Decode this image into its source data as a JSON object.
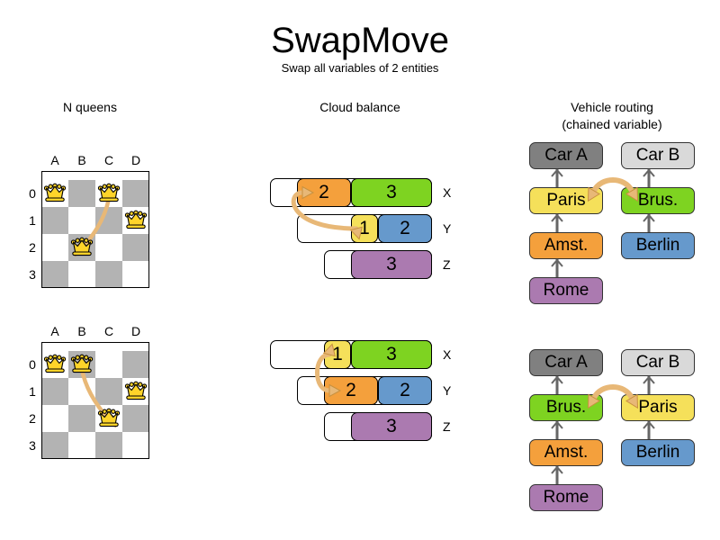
{
  "header": {
    "title": "SwapMove",
    "subtitle": "Swap all variables of 2 entities"
  },
  "sections": {
    "nqueens": {
      "heading": "N queens"
    },
    "cloud": {
      "heading": "Cloud balance"
    },
    "vrp": {
      "heading": "Vehicle routing\n(chained variable)",
      "heading_line1": "Vehicle routing",
      "heading_line2": "(chained variable)"
    }
  },
  "colors": {
    "orange": "#f4a03c",
    "green": "#7ed321",
    "yellow": "#f5e05a",
    "blue": "#6699cc",
    "purple": "#ab7ab0",
    "gray_dark": "#808080",
    "gray_light": "#d9d9d9",
    "board_dark": "#b3b3b3",
    "board_light": "#ffffff",
    "arrow": "#e8b877",
    "arrow_stroke": "#c8913f",
    "link": "#666666",
    "queen_body": "#ffd42a",
    "queen_stroke": "#000000"
  },
  "chessboards": [
    {
      "name": "before",
      "col_labels": [
        "A",
        "B",
        "C",
        "D"
      ],
      "row_labels": [
        "0",
        "1",
        "2",
        "3"
      ],
      "queens": [
        {
          "col": 0,
          "row": 0,
          "cell": "A0"
        },
        {
          "col": 2,
          "row": 0,
          "cell": "C0"
        },
        {
          "col": 3,
          "row": 1,
          "cell": "D1"
        },
        {
          "col": 1,
          "row": 2,
          "cell": "B2"
        }
      ],
      "move_arrow": {
        "from": "C0",
        "to": "B2",
        "double": false
      }
    },
    {
      "name": "after",
      "col_labels": [
        "A",
        "B",
        "C",
        "D"
      ],
      "row_labels": [
        "0",
        "1",
        "2",
        "3"
      ],
      "queens": [
        {
          "col": 0,
          "row": 0,
          "cell": "A0"
        },
        {
          "col": 1,
          "row": 0,
          "cell": "B0"
        },
        {
          "col": 3,
          "row": 1,
          "cell": "D1"
        },
        {
          "col": 2,
          "row": 2,
          "cell": "C2"
        }
      ],
      "move_arrow": {
        "from": "B0",
        "to": "C2",
        "double": true
      }
    }
  ],
  "cloud_balance": [
    {
      "name": "before",
      "rows": [
        {
          "label": "X",
          "indent": 0,
          "segments": [
            {
              "value": "2",
              "color": "#f4a03c",
              "units": 2
            },
            {
              "value": "3",
              "color": "#7ed321",
              "units": 3
            }
          ]
        },
        {
          "label": "Y",
          "indent": 1,
          "segments": [
            {
              "value": "1",
              "color": "#f5e05a",
              "units": 1
            },
            {
              "value": "2",
              "color": "#6699cc",
              "units": 2
            }
          ]
        },
        {
          "label": "Z",
          "indent": 2,
          "segments": [
            {
              "value": "3",
              "color": "#ab7ab0",
              "units": 3
            }
          ]
        }
      ],
      "swap": {
        "from": "Y:1",
        "to": "X:2"
      }
    },
    {
      "name": "after",
      "rows": [
        {
          "label": "X",
          "indent": 0,
          "segments": [
            {
              "value": "1",
              "color": "#f5e05a",
              "units": 1
            },
            {
              "value": "3",
              "color": "#7ed321",
              "units": 3
            }
          ]
        },
        {
          "label": "Y",
          "indent": 1,
          "segments": [
            {
              "value": "2",
              "color": "#f4a03c",
              "units": 2
            },
            {
              "value": "2",
              "color": "#6699cc",
              "units": 2
            }
          ]
        },
        {
          "label": "Z",
          "indent": 2,
          "segments": [
            {
              "value": "3",
              "color": "#ab7ab0",
              "units": 3
            }
          ]
        }
      ],
      "swap": {
        "from": "X:1",
        "to": "Y:2"
      }
    }
  ],
  "vehicle_routing": [
    {
      "name": "before",
      "chains": [
        {
          "vehicle": "Car A",
          "vehicle_color": "#808080",
          "stops": [
            {
              "label": "Paris",
              "color": "#f5e05a"
            },
            {
              "label": "Amst.",
              "color": "#f4a03c"
            },
            {
              "label": "Rome",
              "color": "#ab7ab0"
            }
          ]
        },
        {
          "vehicle": "Car B",
          "vehicle_color": "#d9d9d9",
          "stops": [
            {
              "label": "Brus.",
              "color": "#7ed321"
            },
            {
              "label": "Berlin",
              "color": "#6699cc"
            }
          ]
        }
      ],
      "swap": {
        "a": "Paris",
        "b": "Brus."
      }
    },
    {
      "name": "after",
      "chains": [
        {
          "vehicle": "Car A",
          "vehicle_color": "#808080",
          "stops": [
            {
              "label": "Brus.",
              "color": "#7ed321"
            },
            {
              "label": "Amst.",
              "color": "#f4a03c"
            },
            {
              "label": "Rome",
              "color": "#ab7ab0"
            }
          ]
        },
        {
          "vehicle": "Car B",
          "vehicle_color": "#d9d9d9",
          "stops": [
            {
              "label": "Paris",
              "color": "#f5e05a"
            },
            {
              "label": "Berlin",
              "color": "#6699cc"
            }
          ]
        }
      ],
      "swap": {
        "a": "Brus.",
        "b": "Paris"
      }
    }
  ]
}
